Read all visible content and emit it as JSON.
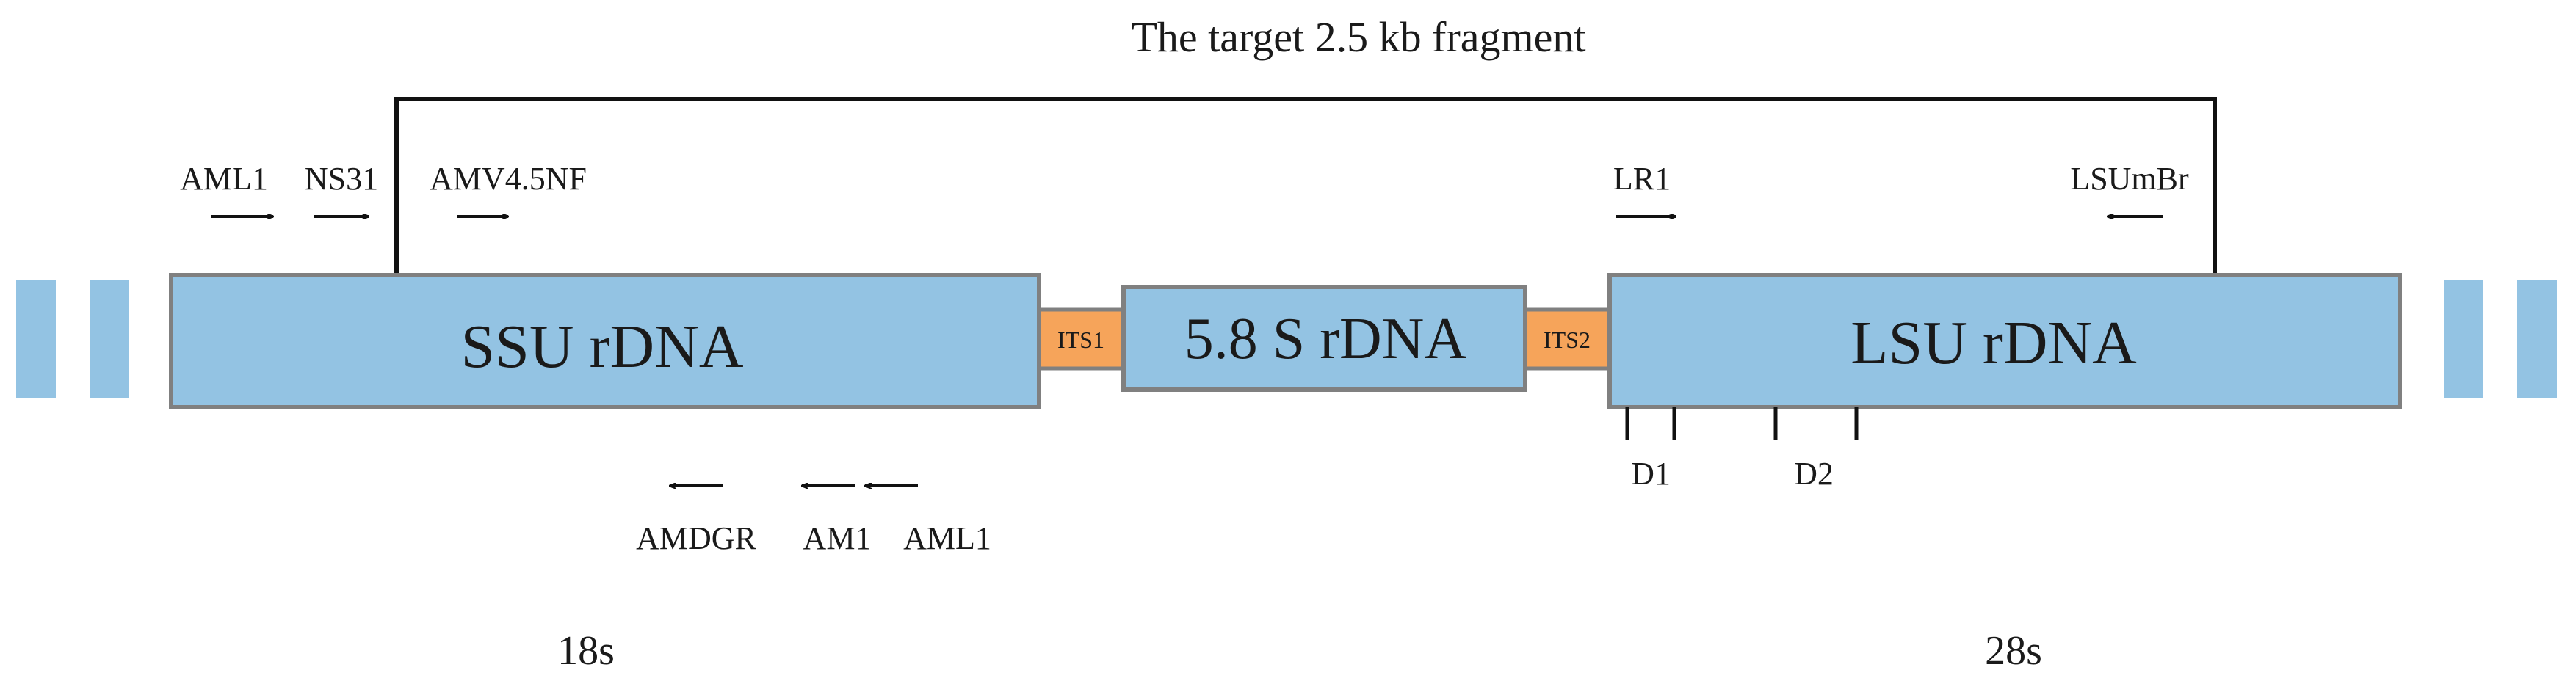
{
  "title": "The target 2.5 kb fragment",
  "colors": {
    "rdna_fill": "#93c3e3",
    "rdna_stroke": "#808080",
    "its_fill": "#f6a45a",
    "line": "#111111"
  },
  "blocks": {
    "ssu": "SSU rDNA",
    "s58": "5.8 S rDNA",
    "lsu": "LSU rDNA",
    "its1": "ITS1",
    "its2": "ITS2"
  },
  "primers_forward": [
    "AML1",
    "NS31",
    "AMV4.5NF",
    "LR1"
  ],
  "primers_reverse_top": [
    "LSUmBr"
  ],
  "primers_reverse_bottom": [
    "AMDGR",
    "AM1",
    "AML1"
  ],
  "regions": [
    "D1",
    "D2"
  ],
  "genes": [
    "18s",
    "28s"
  ]
}
